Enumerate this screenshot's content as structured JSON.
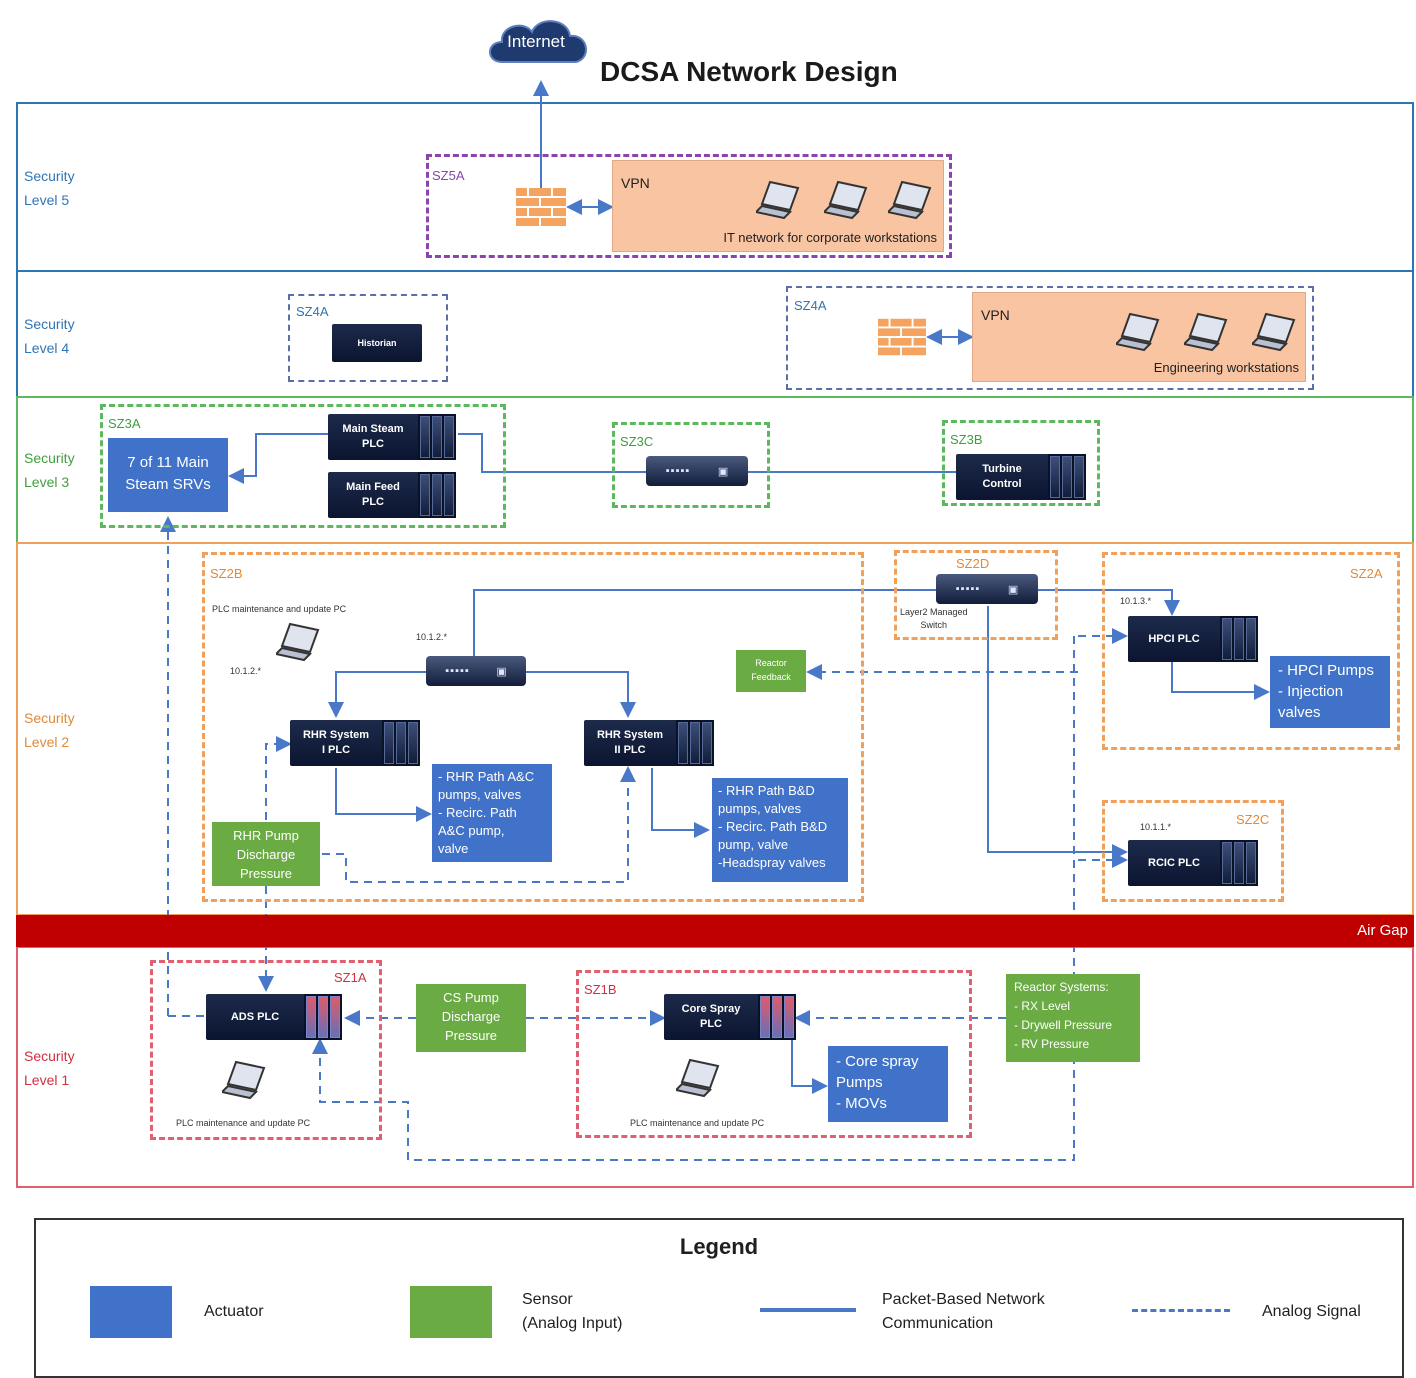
{
  "title": "DCSA Network Design",
  "internet_label": "Internet",
  "levels": {
    "l5": [
      "Security",
      "Level 5"
    ],
    "l4": [
      "Security",
      "Level 4"
    ],
    "l3": [
      "Security",
      "Level 3"
    ],
    "l2": [
      "Security",
      "Level 2"
    ],
    "l1": [
      "Security",
      "Level 1"
    ]
  },
  "zones": {
    "sz5a": "SZ5A",
    "sz4a_left": "SZ4A",
    "sz4a_right": "SZ4A",
    "sz3a": "SZ3A",
    "sz3c": "SZ3C",
    "sz3b": "SZ3B",
    "sz2b": "SZ2B",
    "sz2d": "SZ2D",
    "sz2a": "SZ2A",
    "sz2c": "SZ2C",
    "sz1a": "SZ1A",
    "sz1b": "SZ1B"
  },
  "vpn_l5": {
    "label": "VPN",
    "caption": "IT network for corporate workstations"
  },
  "vpn_l4": {
    "label": "VPN",
    "caption": "Engineering workstations"
  },
  "devices": {
    "historian": "Historian",
    "main_steam_plc": "Main Steam\nPLC",
    "main_feed_plc": "Main Feed\nPLC",
    "turbine_control": "Turbine\nControl",
    "rhr_1_plc": "RHR System\nI PLC",
    "rhr_2_plc": "RHR System\nII PLC",
    "hpci_plc": "HPCI PLC",
    "rcic_plc": "RCIC PLC",
    "ads_plc": "ADS PLC",
    "core_spray_plc": "Core Spray\nPLC"
  },
  "actuators": {
    "srvs": "7 of 11 Main\nSteam SRVs",
    "hpci": "- HPCI Pumps\n- Injection\nvalves",
    "rhr_ac": "- RHR Path A&C\npumps, valves\n- Recirc. Path\nA&C pump,\nvalve",
    "rhr_bd": "- RHR Path B&D\npumps, valves\n- Recirc. Path B&D\npump, valve\n-Headspray valves",
    "core_spray": "- Core spray\nPumps\n- MOVs"
  },
  "sensors": {
    "reactor_feedback": "Reactor\nFeedback",
    "rhr_pump": "RHR Pump\nDischarge\nPressure",
    "cs_pump": "CS Pump\nDischarge\nPressure",
    "reactor_systems": "Reactor Systems:\n- RX Level\n- Drywell Pressure\n- RV Pressure"
  },
  "small_labels": {
    "plc_pc_l2": "PLC maintenance and update PC",
    "ip_l2_laptop": "10.1.2.*",
    "ip_l2_switch": "10.1.2.*",
    "layer2_switch": "Layer2 Managed\nSwitch",
    "ip_hpci": "10.1.3.*",
    "ip_rcic": "10.1.1.*",
    "plc_pc_1a": "PLC maintenance and update PC",
    "plc_pc_1b": "PLC maintenance and update PC"
  },
  "air_gap": "Air Gap",
  "legend": {
    "title": "Legend",
    "actuator": "Actuator",
    "sensor": "Sensor\n(Analog Input)",
    "packet": "Packet-Based Network\nCommunication",
    "analog": "Analog Signal"
  },
  "colors": {
    "actuator": "#3f72c8",
    "sensor": "#6aab43",
    "packet_line": "#4a78c8",
    "air_gap": "#c00000",
    "l5_border": "#2e75b6",
    "l3_border": "#5cb85c",
    "l2_border": "#f0a05a",
    "l1_border": "#e06070"
  }
}
